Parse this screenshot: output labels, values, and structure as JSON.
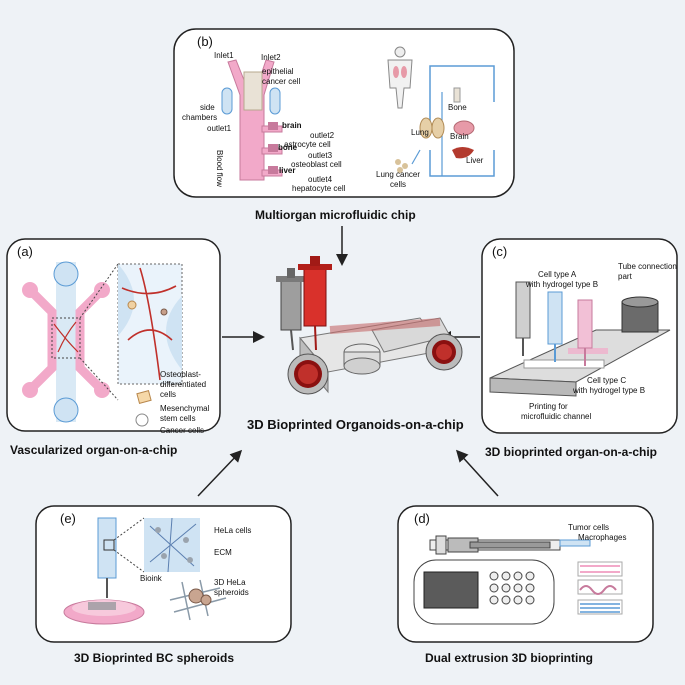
{
  "center": {
    "title": "3D Bioprinted Organoids-on-a-chip"
  },
  "panel_b": {
    "letter": "(b)",
    "caption": "Multiorgan microfluidic chip",
    "labels": {
      "inlet1": "Inlet1",
      "inlet2": "Inlet2",
      "epithelial": "epithelial",
      "cancer_cell": "cancer cell",
      "side": "side",
      "chambers": "chambers",
      "outlet1": "outlet1",
      "blood_flow": "Blood flow",
      "brain": "brain",
      "outlet2": "outlet2",
      "astrocyte": "astrocyte cell",
      "bone": "bone",
      "outlet3": "outlet3",
      "osteoblast": "osteoblast cell",
      "liver": "liver",
      "outlet4": "outlet4",
      "hepatocyte": "hepatocyte cell",
      "bone_organ": "Bone",
      "lung": "Lung",
      "brain_organ": "Brain",
      "liver_organ": "Liver",
      "lung_cancer": "Lung cancer",
      "cells": "cells"
    }
  },
  "panel_a": {
    "letter": "(a)",
    "caption": "Vascularized organ-on-a-chip",
    "labels": {
      "osteo1": "Osteoblast-",
      "osteo2": "differentiated",
      "osteo3": "cells",
      "mes1": "Mesenchymal",
      "mes2": "stem cells",
      "cancer": "Cancer cells"
    }
  },
  "panel_c": {
    "letter": "(c)",
    "caption": "3D bioprinted organ-on-a-chip",
    "labels": {
      "tube1": "Tube connection",
      "tube2": "part",
      "a1": "Cell type A",
      "a2": "with hydrogel type B",
      "c1": "Cell type C",
      "c2": "with hydrogel type B",
      "p1": "Printing for",
      "p2": "microfluidic channel"
    }
  },
  "panel_e": {
    "letter": "(e)",
    "caption": "3D Bioprinted BC spheroids",
    "labels": {
      "hela": "HeLa cells",
      "ecm": "ECM",
      "bioink": "Bioink",
      "sph1": "3D HeLa",
      "sph2": "spheroids"
    }
  },
  "panel_d": {
    "letter": "(d)",
    "caption": "Dual extrusion 3D bioprinting",
    "labels": {
      "tumor": "Tumor cells",
      "macro": "Macrophages"
    }
  },
  "colors": {
    "pink": "#f2a9c9",
    "red": "#c0302b",
    "blue": "#5b9bd5",
    "lightblue": "#cfe3f3",
    "border": "#222222"
  }
}
